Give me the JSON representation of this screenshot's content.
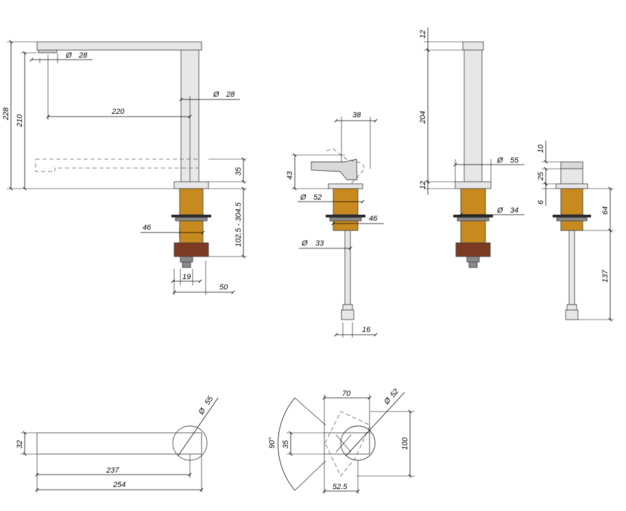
{
  "colors": {
    "chrome": "#e7e7e9",
    "chrome_dark": "#cfcfd3",
    "brass": "#c88a1e",
    "brass_dark": "#a96f10",
    "bronze": "#7a3b22",
    "washer": "#2a2a2a",
    "nut": "#8a8a8a",
    "line": "#000000"
  },
  "spout_view": {
    "height_total": "228",
    "height_outlet": "210",
    "outlet_dia": "28",
    "column_dia": "28",
    "reach": "220",
    "base_height": "35",
    "shank_range": "102.5 - 304.5",
    "shank_dia": "46",
    "connector_dia": "19",
    "offset": "50"
  },
  "handle_side_view": {
    "top_width": "38",
    "handle_height": "43",
    "base_dia": "52",
    "shank_dia": "46",
    "hose_dia": "33",
    "connector_dia": "16"
  },
  "spout_front_view": {
    "cap_height": "12",
    "column_height": "204",
    "column_dia": "55",
    "base_height": "12",
    "shank_dia": "34"
  },
  "handle_front_view": {
    "lever_height": "10",
    "body_height": "25",
    "base_height": "6",
    "shank_length": "64",
    "hose_length": "137"
  },
  "spout_plan": {
    "width": "32",
    "dia": "55",
    "reach_inner": "237",
    "reach_total": "254"
  },
  "handle_plan": {
    "lever_length": "70",
    "dia": "52",
    "rotation": "90°",
    "lever_width": "35",
    "total_depth": "100",
    "offset": "52.5"
  }
}
